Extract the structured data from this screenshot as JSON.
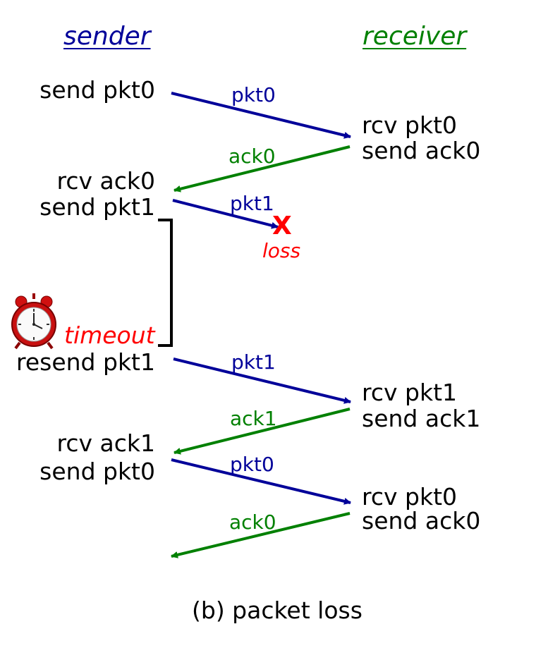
{
  "colors": {
    "sender": "#000099",
    "receiver": "#008000",
    "loss": "#ff0000",
    "text": "#000000"
  },
  "headers": {
    "sender": "sender",
    "receiver": "receiver"
  },
  "sender_events": [
    "send pkt0",
    "rcv ack0",
    "send pkt1",
    "resend pkt1",
    "rcv ack1",
    "send pkt0"
  ],
  "receiver_events": [
    "rcv pkt0",
    "send ack0",
    "rcv pkt1",
    "send ack1",
    "rcv pkt0",
    "send ack0"
  ],
  "messages": [
    "pkt0",
    "ack0",
    "pkt1",
    "pkt1",
    "ack1",
    "pkt0",
    "ack0"
  ],
  "loss": {
    "label": "loss",
    "mark": "X"
  },
  "timeout": {
    "label": "timeout",
    "icon": "alarm-clock-icon"
  },
  "caption": "(b) packet loss"
}
